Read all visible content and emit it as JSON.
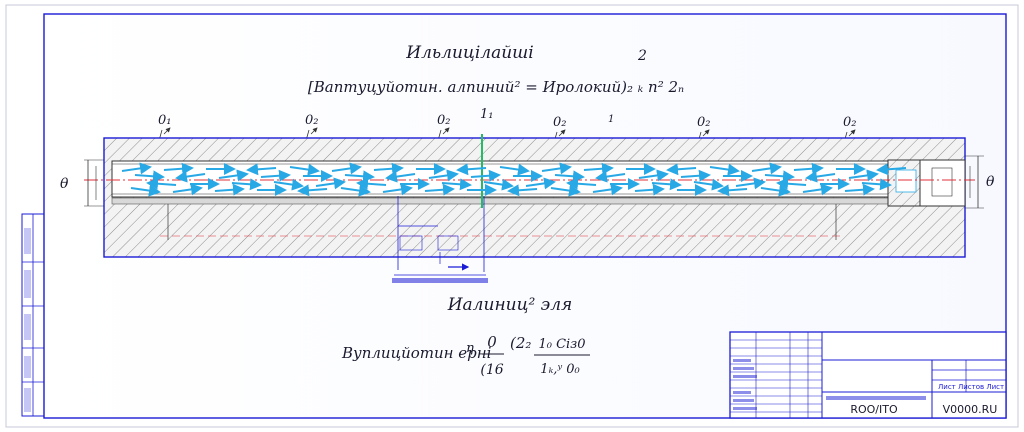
{
  "drawing": {
    "heading": "Ильлицілайші",
    "formula_top": "[Ваптуцуйотин. алпиний² = Иролокий)₂ ₖ n²  2ₙ",
    "formula_top_sup": "2",
    "section_labels": [
      "0₁",
      "0₂",
      "0₂",
      "1₁",
      "0₂",
      "0₂",
      "0₂"
    ],
    "center_mark": "1",
    "left_dim": "θ",
    "right_dim": "θ",
    "caption": "Иалиниц² эля",
    "formula_bottom": {
      "lhs": "Вуплицйотин ерні",
      "glyph": "η",
      "frac1_num": "0",
      "frac1_den": "(16",
      "term": "(2₂",
      "frac2_num": "1₀ Ciз0",
      "frac2_den": "1ₖ,ʸ 0₀"
    }
  },
  "title_block": {
    "doc_name": "RОО/ІТО",
    "sheet_code": "V0000.RU",
    "stage_line": "Лист   Листов   Лист"
  },
  "colors": {
    "frame": "#1b1bd6",
    "flow": "#28a9e6",
    "axis": "#e0303a",
    "hatch": "#9a9a9a",
    "green": "#22bb66"
  }
}
